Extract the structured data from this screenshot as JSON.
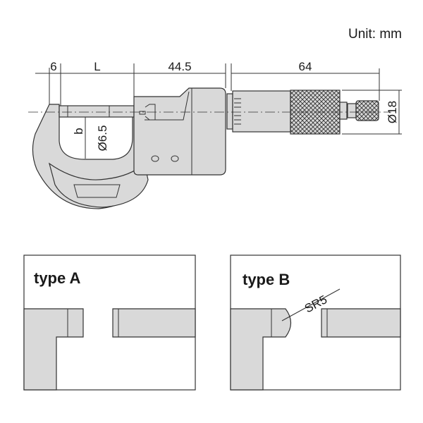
{
  "unit_label": "Unit: mm",
  "dimensions": {
    "anvil_length": "6",
    "range_length": "L",
    "body_length": "44.5",
    "thimble_length": "64",
    "thimble_diameter": "Ø18",
    "depth": "b",
    "spindle_diameter": "Ø6.5"
  },
  "type_a": {
    "label": "type A"
  },
  "type_b": {
    "label": "type B",
    "radius_label": "SR5"
  },
  "colors": {
    "fill": "#d9d9d9",
    "line": "#333333"
  }
}
